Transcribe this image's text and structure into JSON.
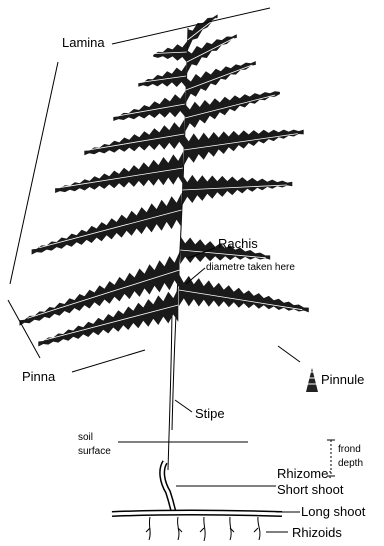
{
  "labels": {
    "lamina": "Lamina",
    "rachis": "Rachis",
    "diametre": "diametre taken here",
    "pinna": "Pinna",
    "pinnule": "Pinnule",
    "stipe": "Stipe",
    "soil_line1": "soil",
    "soil_line2": "surface",
    "frond_line1": "frond",
    "frond_line2": "depth",
    "rhizome_line1": "Rhizome:",
    "rhizome_line2": "Short shoot",
    "long_shoot": "Long shoot",
    "rhizoids": "Rhizoids"
  }
}
